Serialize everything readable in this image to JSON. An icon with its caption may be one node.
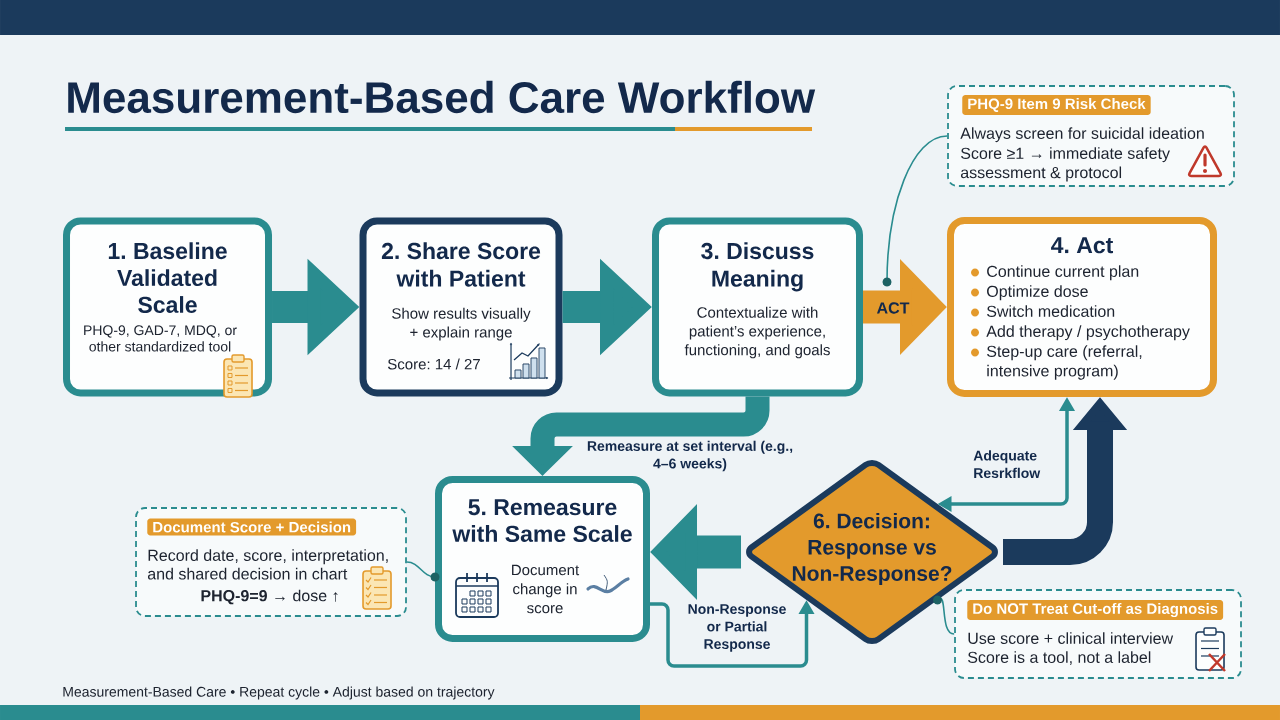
{
  "diagram": {
    "title": "Measurement-Based Care Workflow",
    "nodes": [
      {
        "text": [
          "1. Baseline Validated Scale",
          "PHQ-9, GAD-7, MDQ, or other standardized tool"
        ]
      },
      {
        "text": [
          "2. Share Score with Patient",
          "Show results visually + explain range",
          "Score: 14 / 27"
        ]
      },
      {
        "text": [
          "3. Discuss Meaning",
          "Contextualize with patient’s experience, functioning, and goals"
        ]
      },
      {
        "text": [
          "4. Act",
          "Continue current plan",
          "Optimize dose",
          "Switch medication",
          "Add therapy / psychotherapy",
          "Step-up care (referral, intensive program)"
        ]
      },
      {
        "text": [
          "5. Remeasure with Same Scale",
          "Document change in score"
        ]
      },
      {
        "text": [
          "6. Decision: Response vs Non-Response?"
        ]
      },
      {
        "text": [
          "PHQ-9 Item 9 Risk Check",
          "Always screen for suicidal ideation",
          "Score ≥1 → immediate safety assessment & protocol"
        ]
      },
      {
        "text": [
          "Document Score + Decision",
          "Record date, score, interpretation, and shared decision in chart",
          "**PHQ-9=9** → dose ↑"
        ]
      },
      {
        "text": [
          "Do NOT Treat Cut-off as Diagnosis",
          "Use score + clinical interview",
          "Score is a tool, not a label"
        ]
      }
    ],
    "edges": [
      {
        "from": 0,
        "to": 1,
        "arrow": "to"
      },
      {
        "from": 1,
        "to": 2,
        "arrow": "to"
      },
      {
        "from": 2,
        "to": 3,
        "arrow": "to",
        "color": "#e39a2c",
        "label": "ACT"
      },
      {
        "from": 2,
        "to": 4,
        "arrow": "to",
        "label": "Remeasure at set interval (e.g., 4–6 weeks)"
      },
      {
        "from": 5,
        "to": 4,
        "arrow": "to"
      },
      {
        "from": 5,
        "to": 3,
        "arrow": "both",
        "label": "Adequate Resrkflow"
      },
      {
        "from": 5,
        "to": 3,
        "arrow": "to",
        "color": "#1b3a5c"
      },
      {
        "from": 4,
        "to": 5,
        "arrow": "to",
        "label": "Non-Response or Partial Response"
      },
      {
        "from": 6,
        "to": null,
        "arrow": "other"
      },
      {
        "from": 7,
        "to": 4,
        "arrow": "other"
      },
      {
        "from": 8,
        "to": 5,
        "arrow": "other"
      }
    ],
    "labels": [
      "Measurement-Based Care • Repeat cycle • Adjust based on trajectory"
    ]
  }
}
